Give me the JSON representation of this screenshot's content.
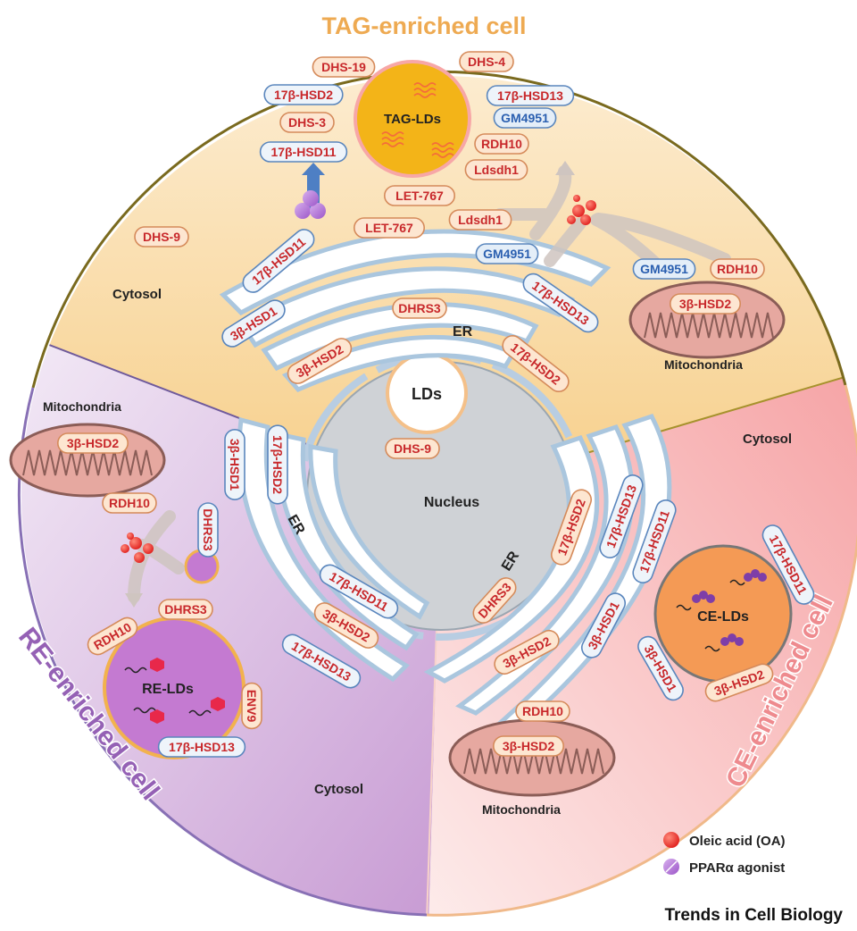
{
  "diagram": {
    "sector_titles": {
      "tag": "TAG-enriched cell",
      "re": "RE-enriched cell",
      "ce": "CE-enriched cell"
    },
    "region_labels": {
      "cytosol": "Cytosol",
      "mitochondria": "Mitochondria",
      "er": "ER",
      "nucleus": "Nucleus",
      "lds": "LDs"
    },
    "droplets": {
      "tag_lds": "TAG-LDs",
      "re_lds": "RE-LDs",
      "ce_lds": "CE-LDs"
    },
    "legend": {
      "oleic_acid": "Oleic acid (OA)",
      "ppara": "PPARα agonist"
    },
    "credit": "Trends in Cell Biology",
    "colors": {
      "tag_fill": "#f9d69a",
      "re_fill": "#d6b3de",
      "ce_fill": "#f6b7b5",
      "tag_border": "#7a6a1e",
      "re_border": "#8870b5",
      "ce_border": "#f0b98a",
      "label_red": "#c8282b",
      "label_blue": "#2a5fb0",
      "tag_droplet": "#f3b418",
      "re_droplet": "#c47ad1",
      "ce_droplet": "#f49a55"
    },
    "enzymes": {
      "dhs19": "DHS-19",
      "dhs4": "DHS-4",
      "hsd17b2": "17β-HSD2",
      "hsd17b13": "17β-HSD13",
      "dhs3": "DHS-3",
      "gm4951": "GM4951",
      "rdh10": "RDH10",
      "hsd17b11": "17β-HSD11",
      "ldsdh1": "Ldsdh1",
      "let767": "LET-767",
      "dhs9": "DHS-9",
      "hsd3b1": "3β-HSD1",
      "dhrs3": "DHRS3",
      "hsd3b2": "3β-HSD2",
      "env9": "ENV9"
    }
  }
}
